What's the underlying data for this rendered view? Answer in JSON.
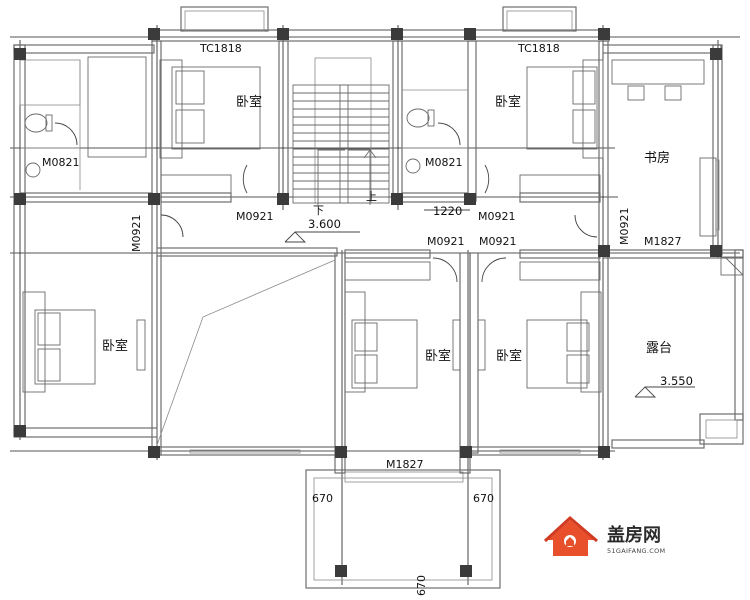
{
  "rooms": {
    "bedroom_top_left": "卧室",
    "bedroom_top_right": "卧室",
    "study": "书房",
    "bedroom_left": "卧室",
    "bedroom_mid_left": "卧室",
    "bedroom_mid_right": "卧室",
    "terrace": "露台"
  },
  "codes": {
    "window_top_left": "TC1818",
    "window_top_right": "TC1818",
    "door_bath_left": "M0821",
    "door_bath_mid": "M0821",
    "door_bedroom_top_left": "M0921",
    "door_bedroom_top_right": "M0921",
    "door_left_vertical": "M0921",
    "door_study_vertical": "M0921",
    "door_bedroom_mid_left": "M0921",
    "door_bedroom_mid_right": "M0921",
    "door_terrace": "M1827",
    "door_bottom": "M1827"
  },
  "dimensions": {
    "stair_elevation": "3.600",
    "stair_down_mark": "下",
    "stair_up_mark": "上",
    "corridor_width": "1220",
    "terrace_elevation": "3.550",
    "bay_left": "670",
    "bay_right": "670",
    "bay_bottom": "670"
  },
  "logo": {
    "name": "盖房网",
    "url": "51GAIFANG.COM"
  },
  "colors": {
    "logo_house_orange": "#e8502b",
    "logo_house_red": "#d13b22",
    "columns": "#3b3b3b"
  }
}
